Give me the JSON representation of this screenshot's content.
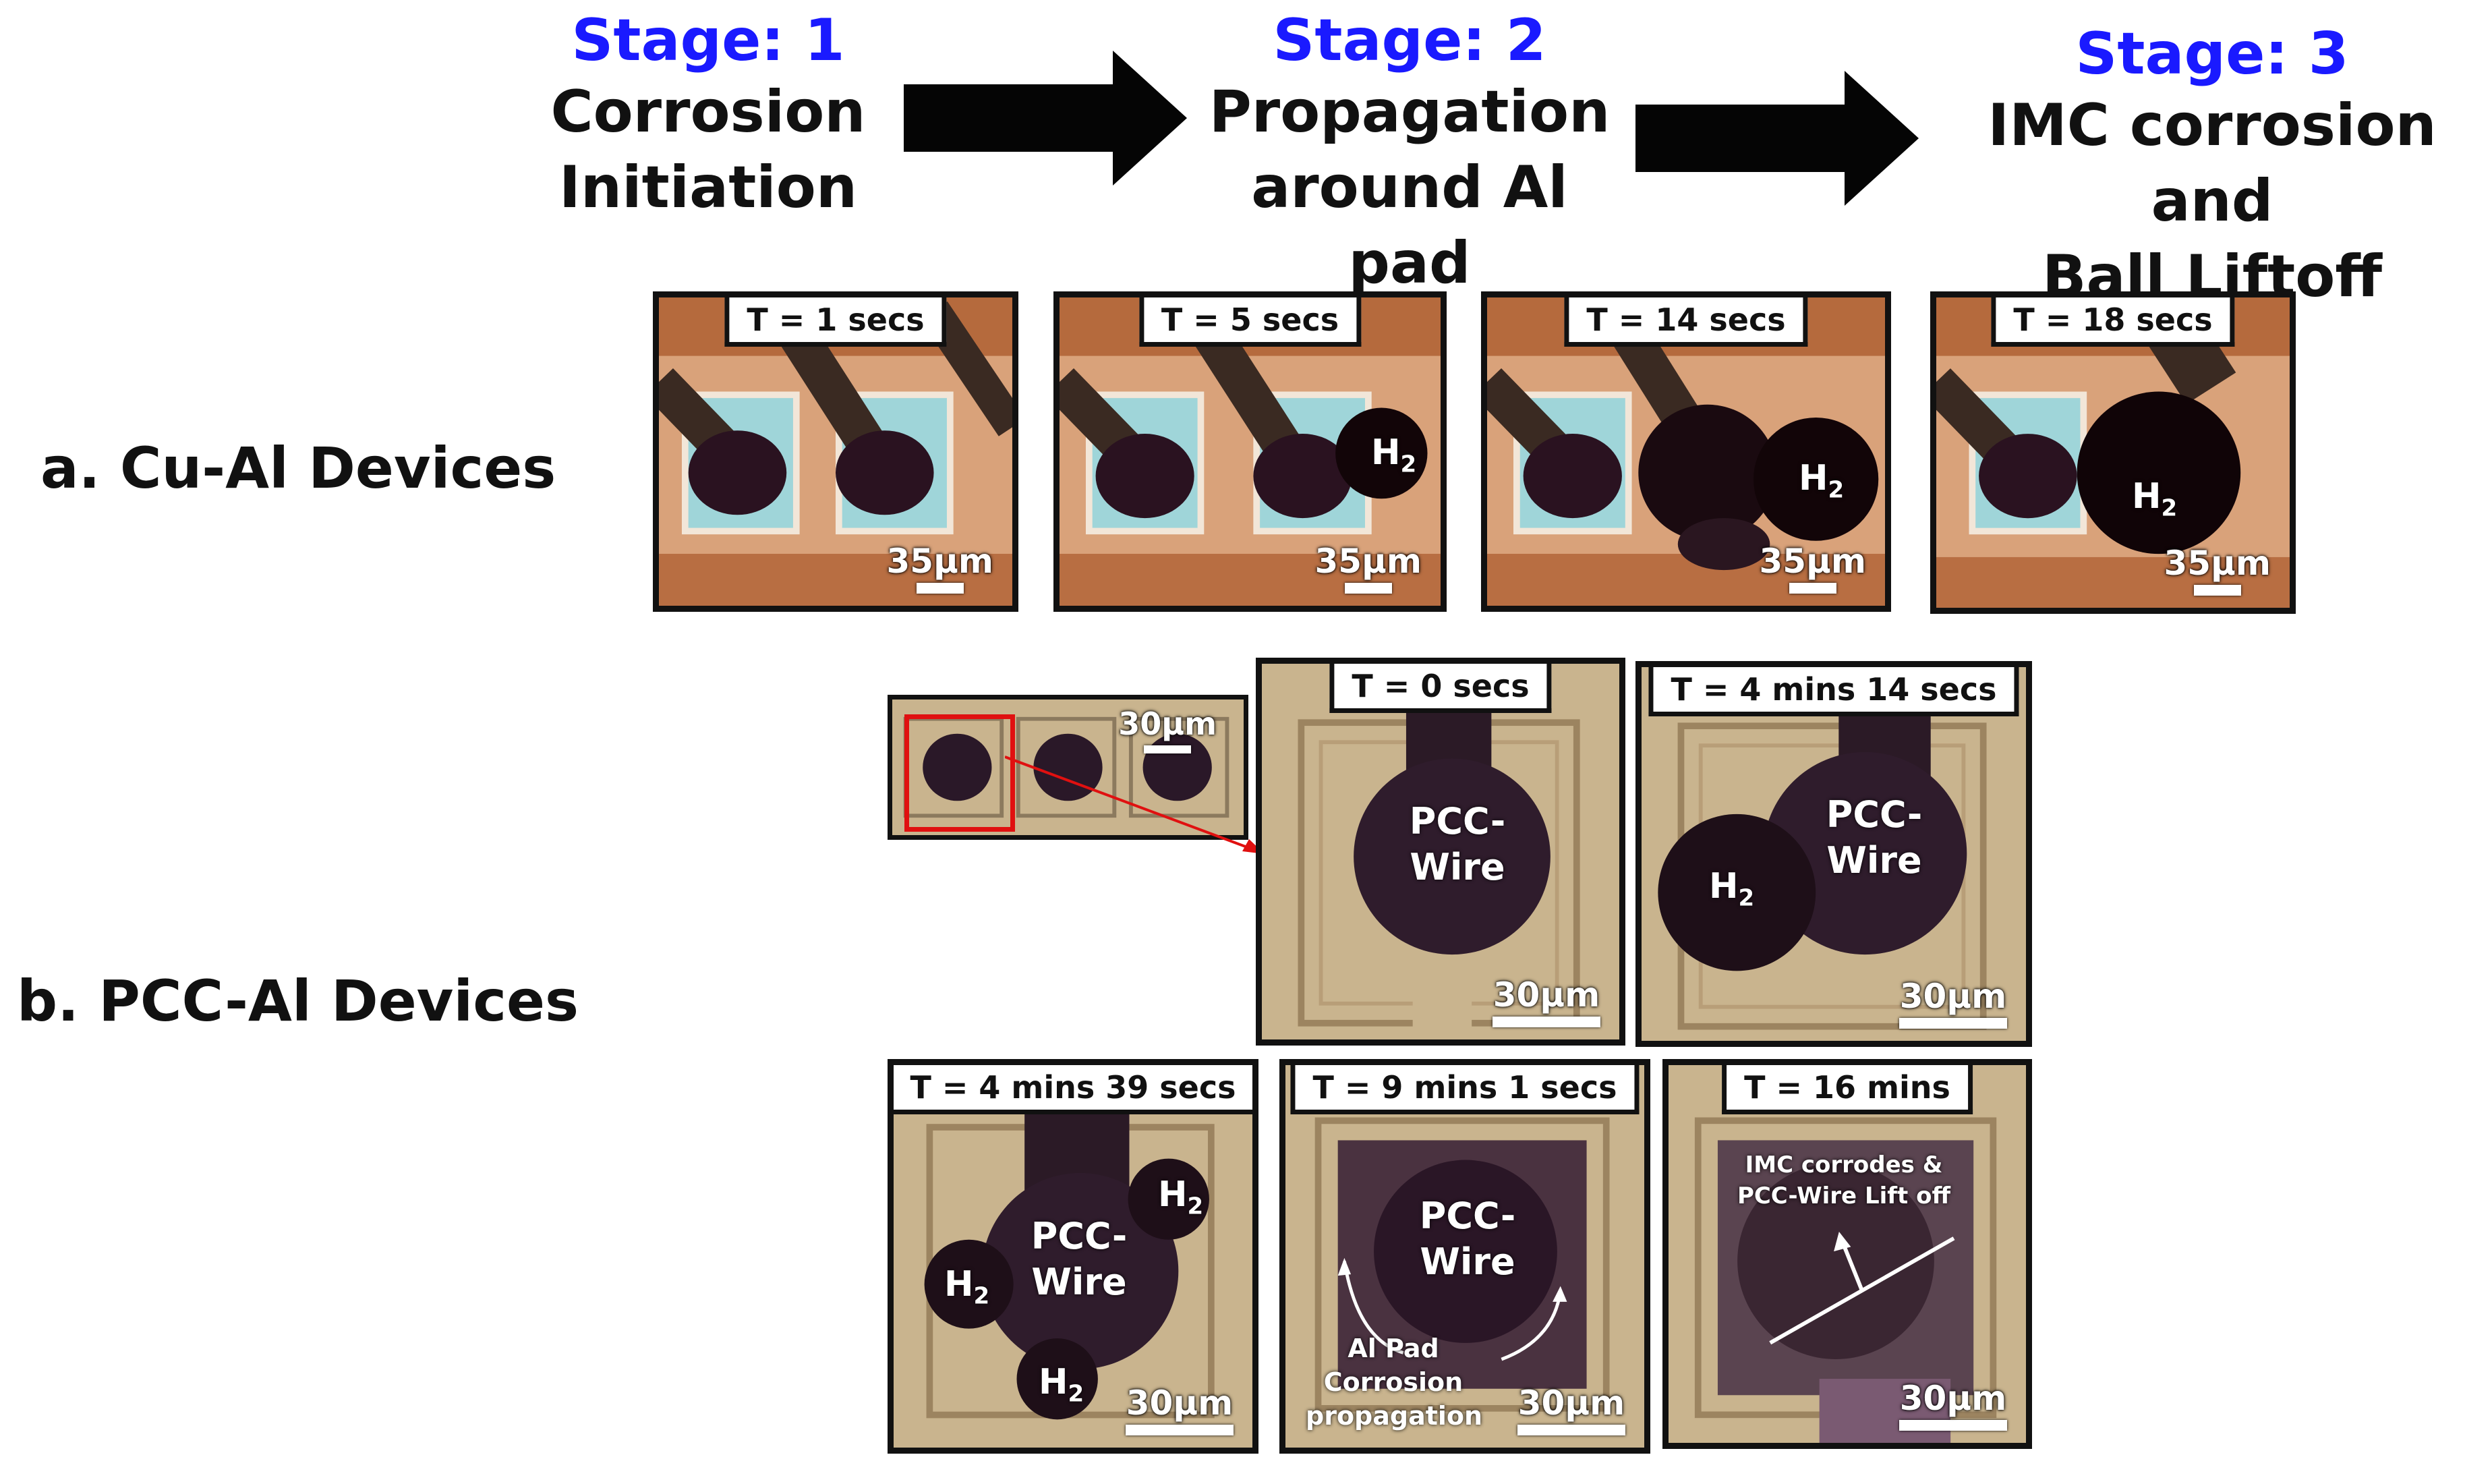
{
  "stages": [
    {
      "stage": "Stage: 1",
      "line1": "Corrosion",
      "line2": "Initiation"
    },
    {
      "stage": "Stage: 2",
      "line1": "Propagation",
      "line2": "around Al pad"
    },
    {
      "stage": "Stage: 3",
      "line1": "IMC corrosion and",
      "line2": "Ball Liftoff"
    }
  ],
  "rows": {
    "cu_label": "a. Cu-Al Devices",
    "pcc_label": "b. PCC-Al Devices"
  },
  "cu_panels": [
    {
      "time": "T = 1 secs",
      "scale": "35µm"
    },
    {
      "time": "T = 5 secs",
      "scale": "35µm",
      "h2": "H",
      "h2_sub": "2"
    },
    {
      "time": "T = 14 secs",
      "scale": "35µm",
      "h2": "H",
      "h2_sub": "2"
    },
    {
      "time": "T = 18 secs",
      "scale": "35µm",
      "h2": "H",
      "h2_sub": "2"
    }
  ],
  "pcc_overview": {
    "scale": "30µm"
  },
  "pcc_panels": [
    {
      "time": "T = 0 secs",
      "scale": "30µm",
      "wire1": "PCC-",
      "wire2": "Wire"
    },
    {
      "time": "T = 4 mins 14 secs",
      "scale": "30µm",
      "wire1": "PCC-",
      "wire2": "Wire",
      "h2": "H",
      "h2_sub": "2"
    },
    {
      "time": "T = 4 mins 39 secs",
      "scale": "30µm",
      "wire1": "PCC-",
      "wire2": "Wire",
      "h2": "H",
      "h2_sub": "2"
    },
    {
      "time": "T = 9 mins 1 secs",
      "scale": "30µm",
      "wire1": "PCC-",
      "wire2": "Wire",
      "note1": "Al Pad",
      "note2": "Corrosion",
      "note3": "propagation"
    },
    {
      "time": "T = 16 mins",
      "scale": "30µm",
      "note1": "IMC corrodes &",
      "note2": "PCC-Wire Lift off"
    }
  ],
  "colors": {
    "stage_blue": "#1a1aff",
    "cu_orange": "#d9a27a",
    "pcc_tan": "#c9b48e",
    "highlight_red": "#e01010"
  }
}
